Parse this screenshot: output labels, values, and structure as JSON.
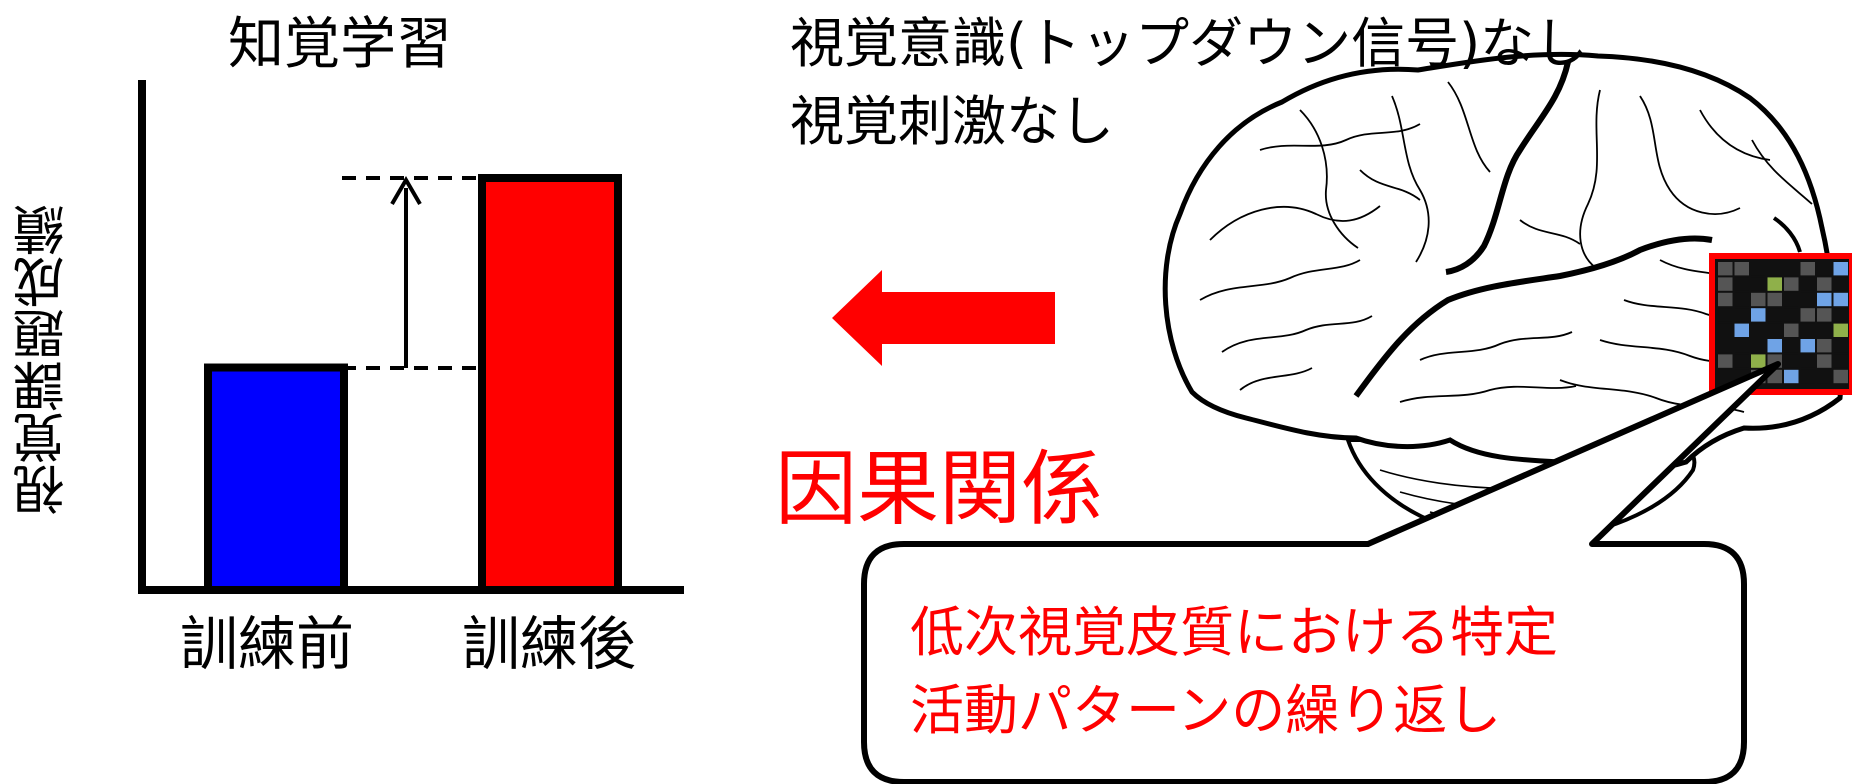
{
  "chart": {
    "title": "知覚学習",
    "ylabel": "視覚課題成績"
  },
  "chart_data": {
    "type": "bar",
    "title": "知覚学習",
    "xlabel": "",
    "ylabel": "視覚課題成績",
    "categories": [
      "訓練前",
      "訓練後"
    ],
    "values": [
      0.54,
      1.0
    ],
    "ylim": [
      0,
      1.15
    ],
    "grid": false,
    "legend": "none",
    "colors": [
      "#0000ff",
      "#ff0000"
    ]
  },
  "conditions": {
    "line1": "視覚意識(トップダウン信号)なし",
    "line2": "視覚刺激なし"
  },
  "causality": {
    "label": "因果関係",
    "arrow_icon": "left-arrow-icon",
    "color": "#ff0000"
  },
  "callout": {
    "line1": "低次視覚皮質における特定",
    "line2": "活動パターンの繰り返し",
    "color": "#ff0000"
  },
  "illustration": {
    "brain_icon": "brain-icon",
    "grid_colors": [
      "#111111",
      "#555555",
      "#8fb04a",
      "#6fa3e6"
    ]
  }
}
